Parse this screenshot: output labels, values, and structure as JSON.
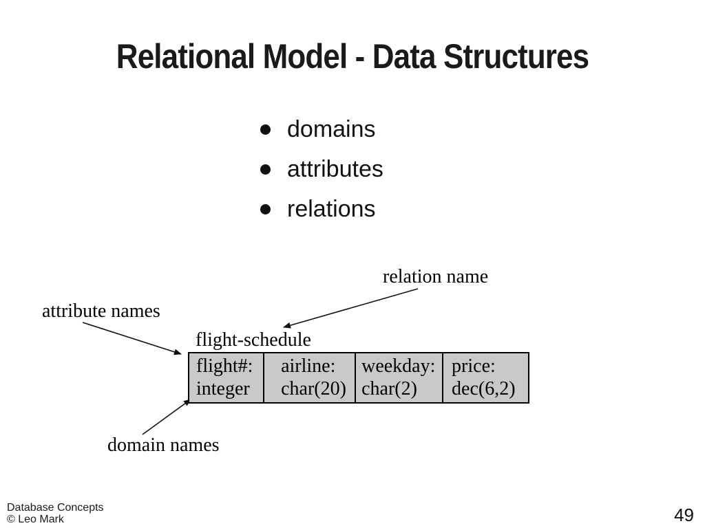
{
  "slide": {
    "title": "Relational Model - Data Structures",
    "bullets": [
      "domains",
      "attributes",
      "relations"
    ],
    "diagram": {
      "relation_name_label": "relation name",
      "attribute_names_label": "attribute names",
      "domain_names_label": "domain names",
      "table_title": "flight-schedule",
      "table": {
        "cells": [
          {
            "attribute": "flight#:",
            "domain": "integer"
          },
          {
            "attribute": "airline:",
            "domain": "char(20)"
          },
          {
            "attribute": "weekday:",
            "domain": "char(2)"
          },
          {
            "attribute": "price:",
            "domain": "dec(6,2)"
          }
        ]
      }
    },
    "footer": {
      "line1": "Database Concepts",
      "line2": "© Leo Mark",
      "page_number": "49"
    },
    "colors": {
      "table_fill": "#c9c9c9",
      "table_border": "#000000",
      "title_color": "#1a1a1a",
      "text_color": "#111111"
    }
  }
}
